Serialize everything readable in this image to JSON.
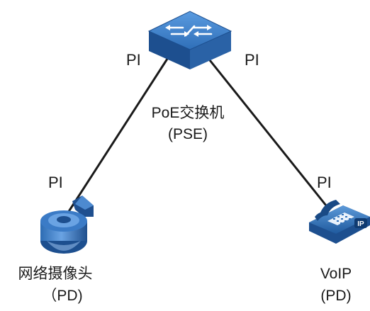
{
  "switch": {
    "name": "PoE交换机",
    "role": "(PSE)",
    "port_left": "PI",
    "port_right": "PI"
  },
  "camera": {
    "name": "网络摄像头",
    "role": "（PD)",
    "port": "PI"
  },
  "phone": {
    "name": "VoIP",
    "role": "(PD)",
    "port": "PI",
    "badge": "IP"
  },
  "colors": {
    "line": "#1a1a1a",
    "device_blue": "#2f6fb8",
    "device_light": "#8fb7e6",
    "device_dark": "#1d4f8f"
  },
  "icons": [
    "switch-icon",
    "ip-camera-icon",
    "ip-phone-icon"
  ]
}
